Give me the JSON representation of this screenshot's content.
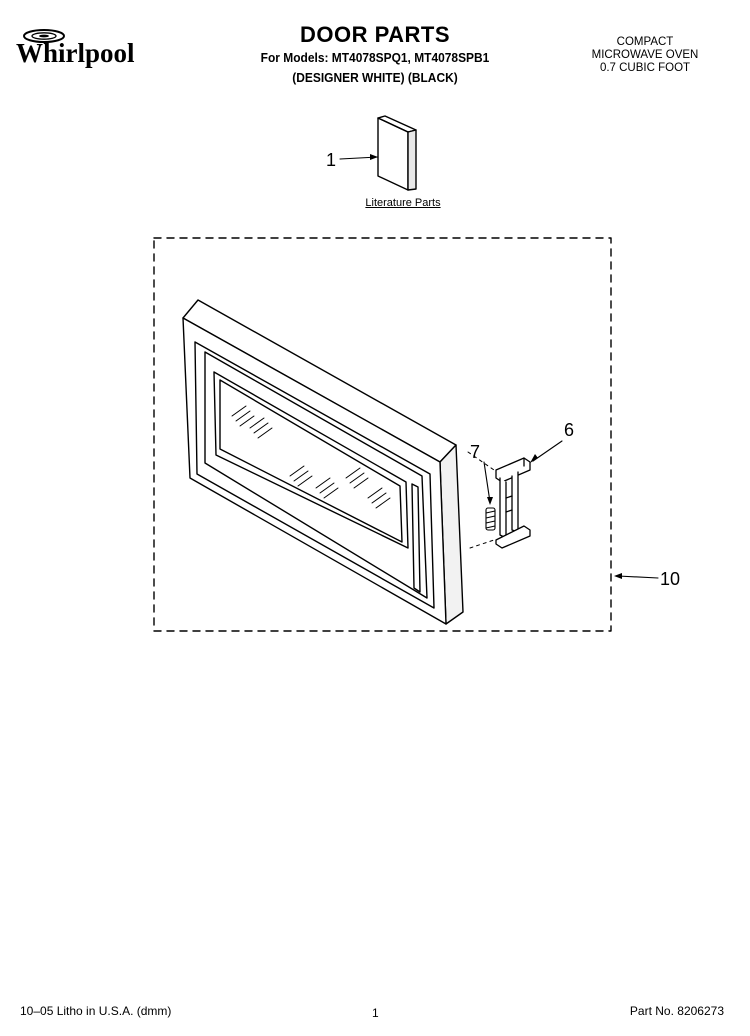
{
  "brand": {
    "logo_text": "Whirlpool"
  },
  "header": {
    "title": "DOOR PARTS",
    "models": "For Models: MT4078SPQ1, MT4078SPB1",
    "variants": "(DESIGNER WHITE)  (BLACK)"
  },
  "product": {
    "line1": "COMPACT",
    "line2": "MICROWAVE OVEN",
    "line3": "0.7 CUBIC FOOT"
  },
  "literature": {
    "label": "Literature Parts"
  },
  "callouts": {
    "c1": "1",
    "c6": "6",
    "c7": "7",
    "c10": "10"
  },
  "footer": {
    "litho": "10–05 Litho in U.S.A. (dmm)",
    "page": "1",
    "part_no": "Part No. 8206273"
  }
}
